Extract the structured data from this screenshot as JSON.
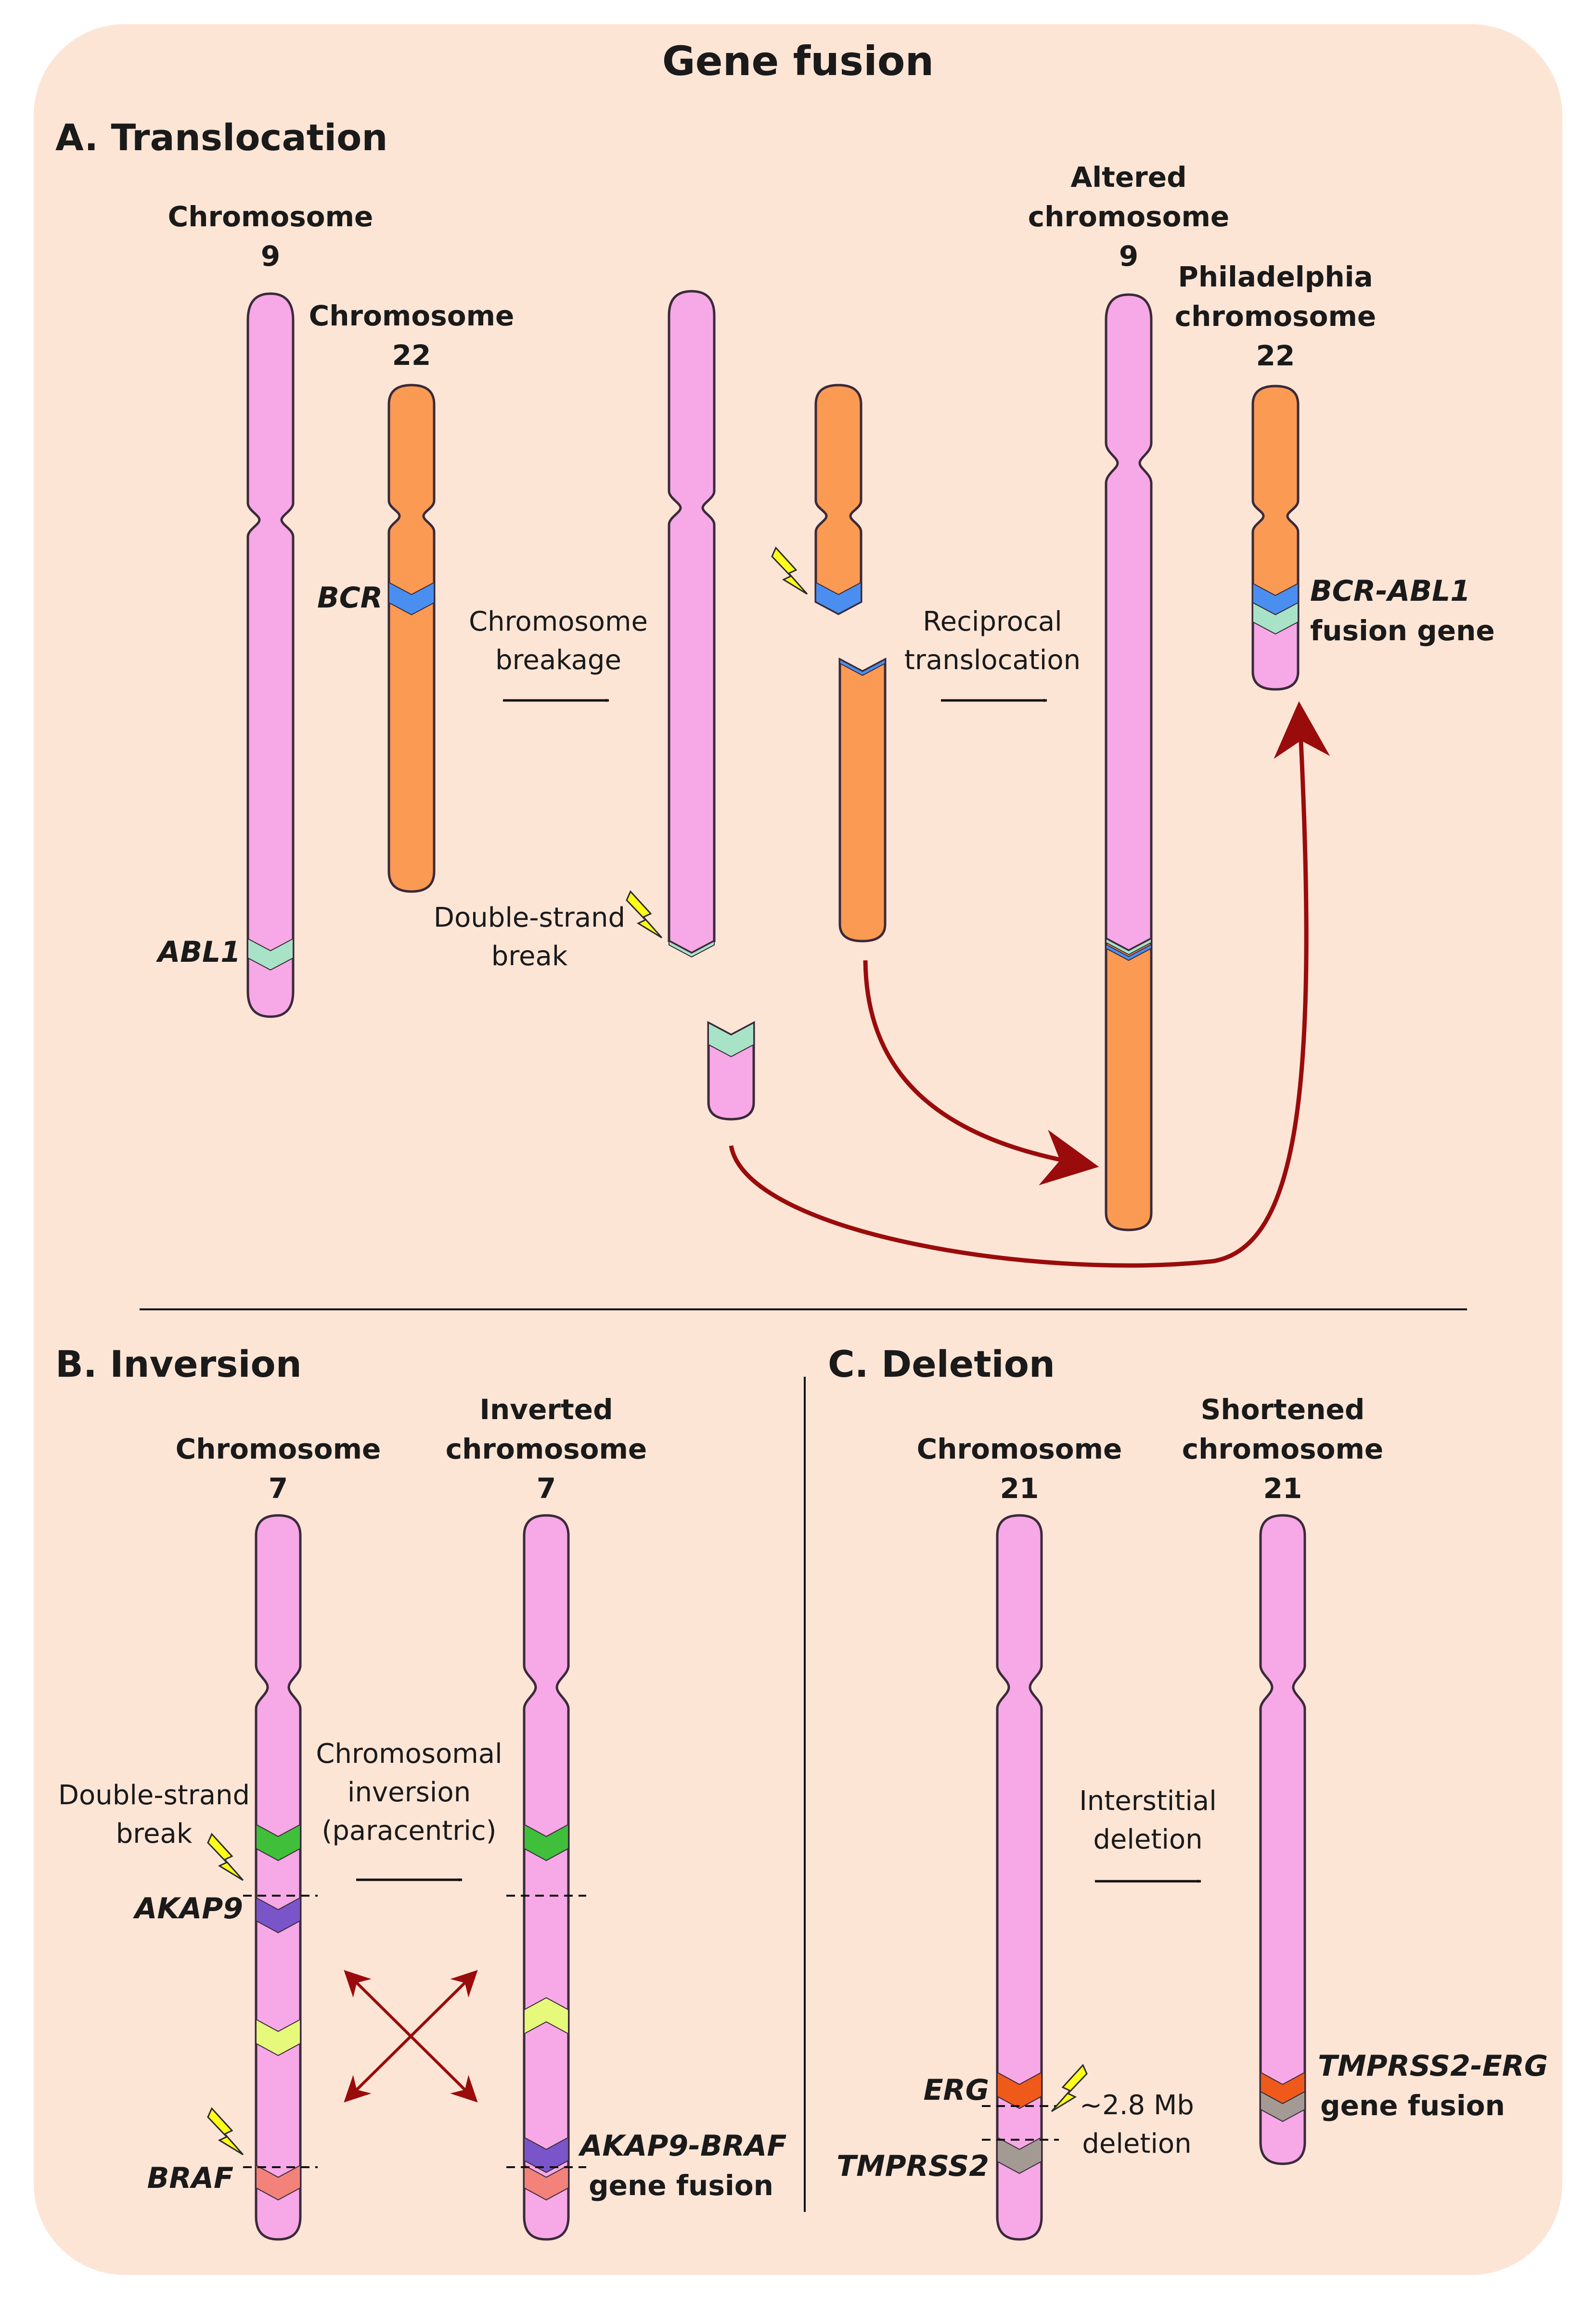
{
  "title": "Gene fusion",
  "colors": {
    "panel_bg": "#fde5d6",
    "chromosome_pink": "#f7a8e6",
    "chromosome_orange": "#fb9a53",
    "outline": "#3a2a3a",
    "arrow_red": "#9a0b0b",
    "bolt_yellow": "#ffff1a",
    "band_blue": "#4a8fef",
    "band_mint": "#a8e3c7",
    "band_green": "#3fbf3a",
    "band_purple": "#7a55c9",
    "band_yellowgreen": "#e6f97a",
    "band_salmon": "#f2827a",
    "band_orange_red": "#ef5a1a",
    "band_gray": "#a39a94"
  },
  "icons": [
    "lightning-bolt-icon",
    "arrow-right-icon",
    "curved-arrow-icon",
    "double-headed-arrow-icon"
  ],
  "sections": {
    "translocation": {
      "heading": "A. Translocation",
      "chromosome9": {
        "line1": "Chromosome",
        "line2": "9"
      },
      "chromosome22": {
        "line1": "Chromosome",
        "line2": "22"
      },
      "gene_bcr": "BCR",
      "gene_abl1": "ABL1",
      "step1": {
        "line1": "Chromosome",
        "line2": "breakage"
      },
      "break_label": {
        "line1": "Double-strand",
        "line2": "break"
      },
      "step2": {
        "line1": "Reciprocal",
        "line2": "translocation"
      },
      "altered9": {
        "line1": "Altered",
        "line2": "chromosome",
        "line3": "9"
      },
      "philadelphia": {
        "line1": "Philadelphia",
        "line2": "chromosome",
        "line3": "22"
      },
      "fusion": {
        "line1": "BCR-ABL1",
        "line2": "fusion gene"
      }
    },
    "inversion": {
      "heading": "B. Inversion",
      "chromosome7": {
        "line1": "Chromosome",
        "line2": "7"
      },
      "inverted7": {
        "line1": "Inverted",
        "line2": "chromosome",
        "line3": "7"
      },
      "break_label": {
        "line1": "Double-strand",
        "line2": "break"
      },
      "gene_akap9": "AKAP9",
      "gene_braf": "BRAF",
      "step": {
        "line1": "Chromosomal",
        "line2": "inversion",
        "line3": "(paracentric)"
      },
      "fusion": {
        "line1": "AKAP9-BRAF",
        "line2": "gene fusion"
      }
    },
    "deletion": {
      "heading": "C. Deletion",
      "chromosome21": {
        "line1": "Chromosome",
        "line2": "21"
      },
      "shortened21": {
        "line1": "Shortened",
        "line2": "chromosome",
        "line3": "21"
      },
      "gene_erg": "ERG",
      "gene_tmprss2": "TMPRSS2",
      "step": {
        "line1": "Interstitial",
        "line2": "deletion"
      },
      "deletion_size": {
        "line1": "~2.8 Mb",
        "line2": "deletion"
      },
      "fusion": {
        "line1": "TMPRSS2-ERG",
        "line2": "gene fusion"
      }
    }
  }
}
